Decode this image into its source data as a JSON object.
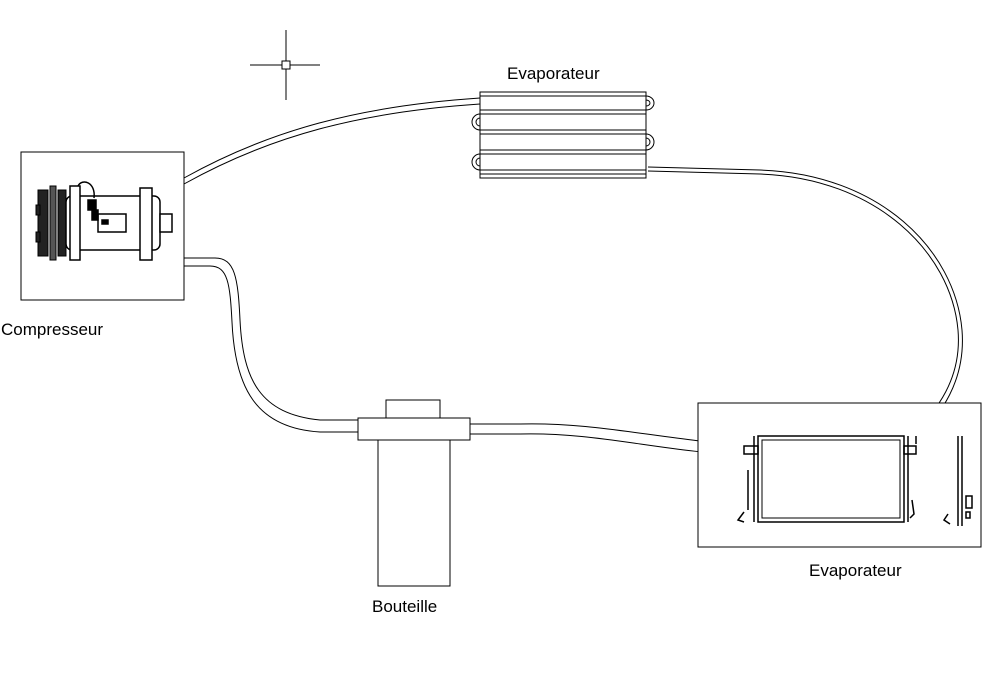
{
  "diagram": {
    "labels": {
      "evaporator_top": "Evaporateur",
      "compressor": "Compresseur",
      "bottle": "Bouteille",
      "evaporator_bottom": "Evaporateur"
    },
    "colors": {
      "line": "#000000",
      "background": "#ffffff"
    },
    "icons": {
      "cursor": "crosshair-cursor-icon"
    }
  }
}
